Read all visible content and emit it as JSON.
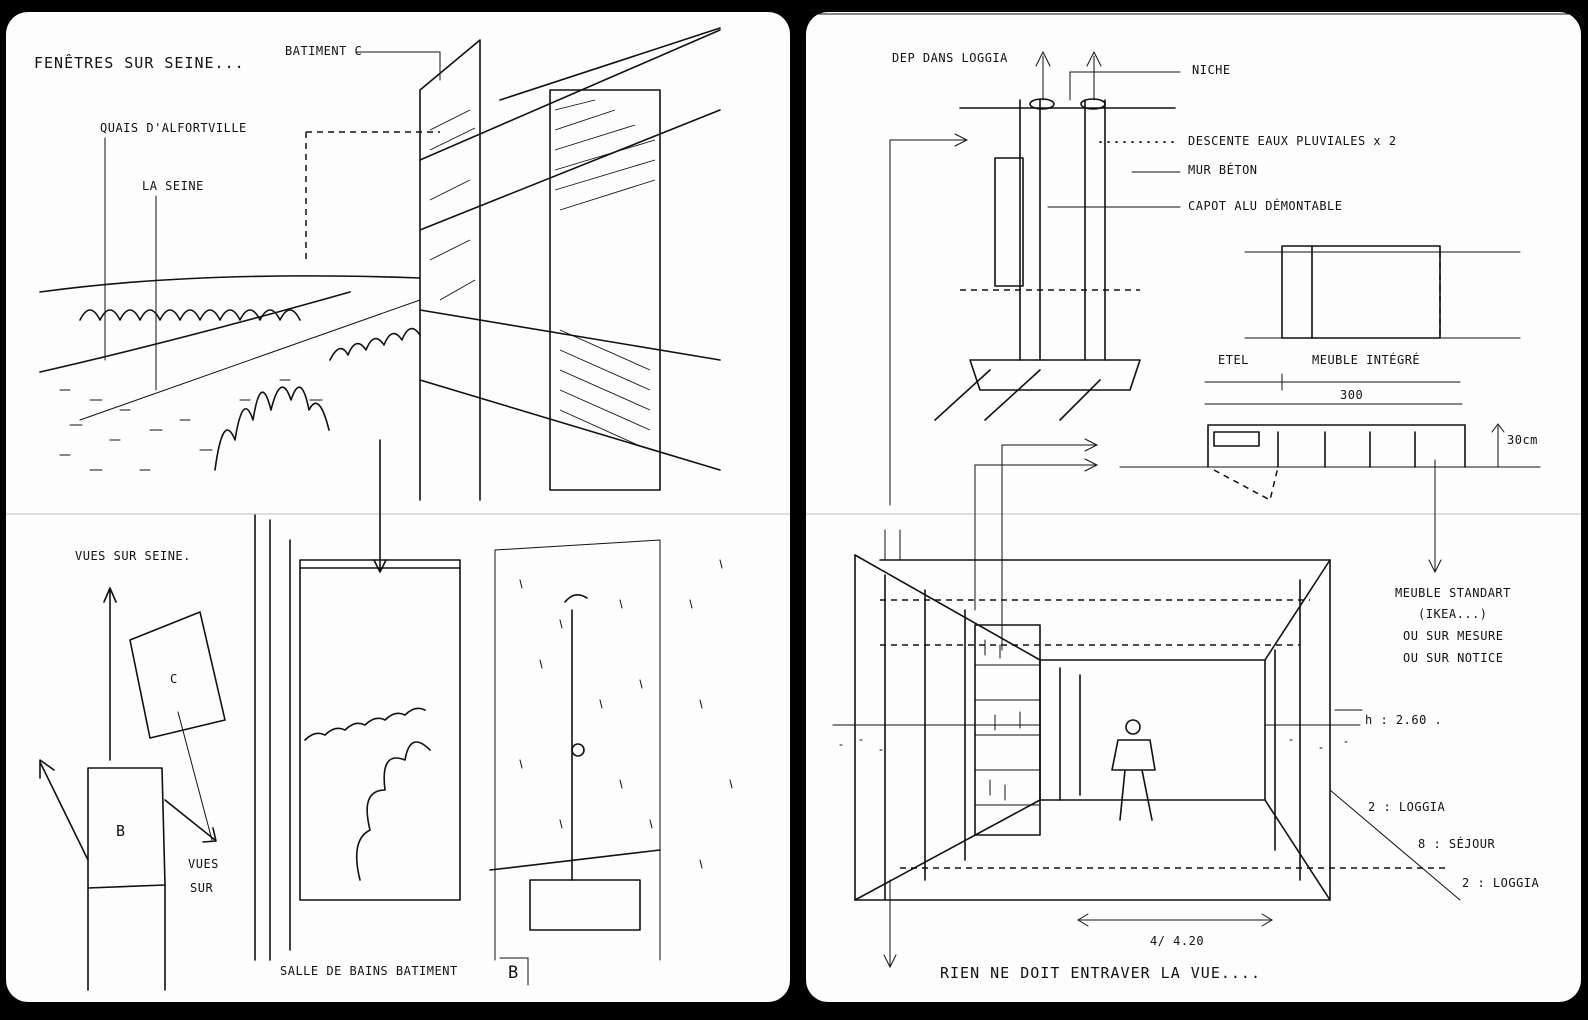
{
  "left_page": {
    "top_sketch": {
      "title": "FENÊTRES SUR SEINE...",
      "label_batiment": "BATIMENT C",
      "label_quais": "QUAIS D'ALFORTVILLE",
      "label_seine": "LA SEINE"
    },
    "bottom_sketch": {
      "title": "VUES SUR SEINE.",
      "block_c": "C",
      "block_b": "B",
      "vues_line1": "VUES",
      "vues_line2": "SUR",
      "caption": "SALLE DE BAINS BATIMENT",
      "caption_letter": "B"
    }
  },
  "right_page": {
    "top_sketch": {
      "title": "DEP DANS LOGGIA",
      "niche": "NICHE",
      "descente": "DESCENTE EAUX PLUVIALES  x 2",
      "mur": "MUR BÉTON",
      "capot": "CAPOT ALU DÉMONTABLE",
      "etel": "ETEL",
      "meuble": "MEUBLE INTÉGRÉ",
      "dim_300": "300",
      "dim_30": "30cm"
    },
    "bottom_sketch": {
      "meuble_std_1": "MEUBLE STANDART",
      "meuble_std_2": "(IKEA...)",
      "meuble_std_3": "OU SUR MESURE",
      "meuble_std_4": "OU SUR NOTICE",
      "height": "h : 2.60 .",
      "loggia_a": "2 : LOGGIA",
      "sejour": "8 : SÉJOUR",
      "loggia_b": "2 : LOGGIA",
      "width": "4/ 4.20",
      "caption": "RIEN NE DOIT ENTRAVER  LA VUE...."
    }
  }
}
